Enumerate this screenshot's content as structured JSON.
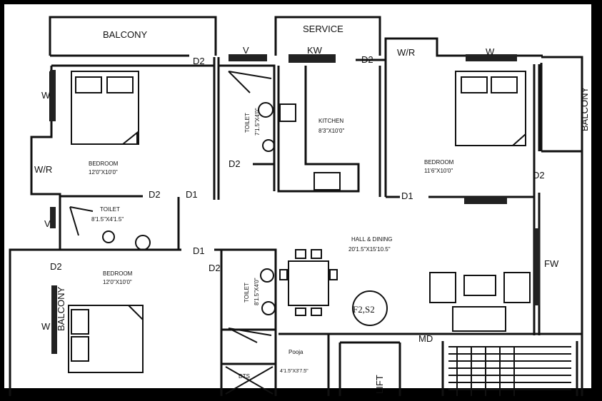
{
  "colors": {
    "wall": "#111111",
    "paper": "#ffffff",
    "frame": "#000000"
  },
  "labels": {
    "balcony_top": "BALCONY",
    "service": "SERVICE",
    "kw": "KW",
    "v1": "V",
    "d2_top_left": "D2",
    "d2_top_mid": "D2",
    "wr_top": "W/R",
    "w_top_right": "W",
    "w_left": "W",
    "wr_left": "W/R",
    "bedroom1_name": "BEDROOM",
    "bedroom1_size": "12'0\"X10'0\"",
    "toilet1_name": "TOILET",
    "toilet1_size": "7'1.5\"X4'0\"",
    "d2_toilet1": "D2",
    "kitchen_name": "KITCHEN",
    "kitchen_size": "8'3\"X10'0\"",
    "bedroom2_name": "BEDROOM",
    "bedroom2_size": "11'6\"X10'0\"",
    "balcony_right": "BALCONY",
    "d2_right": "D2",
    "d1_right": "D1",
    "d2_mid_left": "D2",
    "d1_mid_left": "D1",
    "v2": "V",
    "toilet2_name": "TOILET",
    "toilet2_size": "8'1.5\"X4'1.5\"",
    "hall_name": "HALL & DINING",
    "hall_size": "20'1.5\"X15'10.5\"",
    "fw": "FW",
    "d1_lower": "D1",
    "d2_lower_left": "D2",
    "d2_lower_mid": "D2",
    "bedroom3_name": "BEDROOM",
    "bedroom3_size": "12'0\"X10'0\"",
    "toilet3_name": "TOILET",
    "toilet3_size": "8'1.5\"X4'0\"",
    "w_lower_left": "W",
    "balcony_left": "BALCONY",
    "stamp": "F2,S2",
    "md": "MD",
    "pooja_name": "Pooja",
    "pooja_size": "4'1.5\"X3'7.5\"",
    "dts": "DTS",
    "lift": "LIFT"
  }
}
